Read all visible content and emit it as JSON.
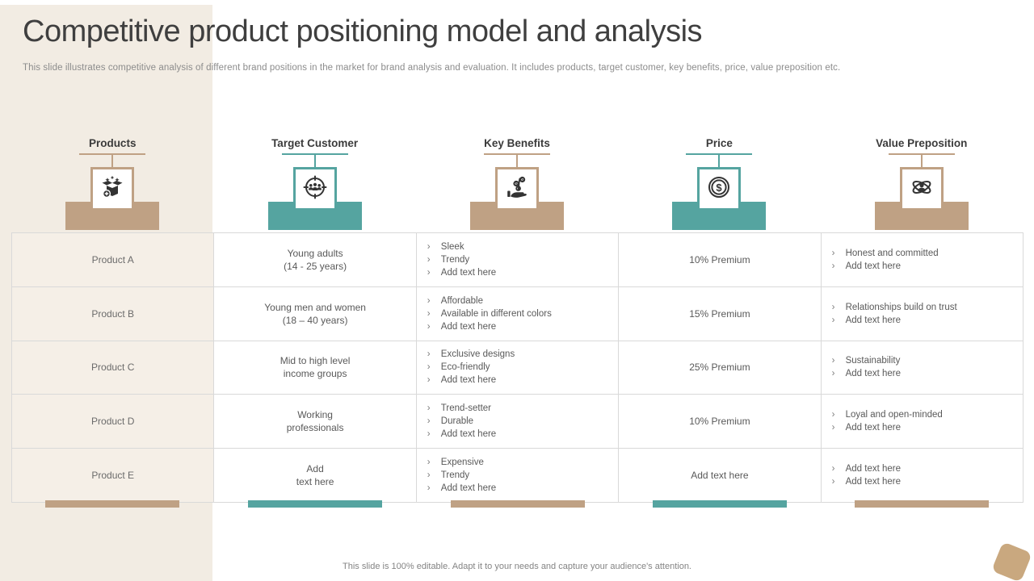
{
  "slide": {
    "title": "Competitive product positioning model and analysis",
    "subtitle": "This slide illustrates competitive analysis of different brand positions in the market for brand analysis and evaluation. It includes products, target customer, key benefits, price, value preposition etc.",
    "footer": "This slide is 100% editable. Adapt it to your needs and capture your audience's attention."
  },
  "colors": {
    "tan": "#bfa184",
    "teal": "#55a4a0",
    "cream_band": "#f2ece3",
    "cell_cream": "#f5efe7",
    "grid_border": "#d9d9d9",
    "deco": "#c9a87f"
  },
  "columns": [
    {
      "label": "Products",
      "accent": "tan",
      "icon": "product-box-icon"
    },
    {
      "label": "Target Customer",
      "accent": "teal",
      "icon": "target-audience-icon"
    },
    {
      "label": "Key Benefits",
      "accent": "tan",
      "icon": "hand-money-growth-icon"
    },
    {
      "label": "Price",
      "accent": "teal",
      "icon": "dollar-coin-icon"
    },
    {
      "label": "Value Preposition",
      "accent": "tan",
      "icon": "person-atom-icon"
    }
  ],
  "table": {
    "rows": [
      {
        "product": "Product A",
        "target_customer": [
          "Young adults",
          "(14 - 25 years)"
        ],
        "key_benefits": [
          "Sleek",
          "Trendy",
          "Add text here"
        ],
        "price": "10% Premium",
        "value_preposition": [
          "Honest and committed",
          "Add text here"
        ]
      },
      {
        "product": "Product B",
        "target_customer": [
          "Young men and women",
          "(18 – 40 years)"
        ],
        "key_benefits": [
          "Affordable",
          "Available in different colors",
          "Add text here"
        ],
        "price": "15% Premium",
        "value_preposition": [
          "Relationships build on trust",
          "Add text here"
        ]
      },
      {
        "product": "Product C",
        "target_customer": [
          "Mid to high level",
          "income groups"
        ],
        "key_benefits": [
          "Exclusive designs",
          "Eco-friendly",
          "Add text here"
        ],
        "price": "25% Premium",
        "value_preposition": [
          "Sustainability",
          "Add text here"
        ]
      },
      {
        "product": "Product D",
        "target_customer": [
          "Working",
          "professionals"
        ],
        "key_benefits": [
          "Trend-setter",
          "Durable",
          "Add text here"
        ],
        "price": "10% Premium",
        "value_preposition": [
          "Loyal and open-minded",
          "Add text here"
        ]
      },
      {
        "product": "Product E",
        "target_customer": [
          "Add",
          "text here"
        ],
        "key_benefits": [
          "Expensive",
          "Trendy",
          "Add text here"
        ],
        "price": "Add text here",
        "value_preposition": [
          "Add text here",
          "Add text here"
        ]
      }
    ]
  }
}
